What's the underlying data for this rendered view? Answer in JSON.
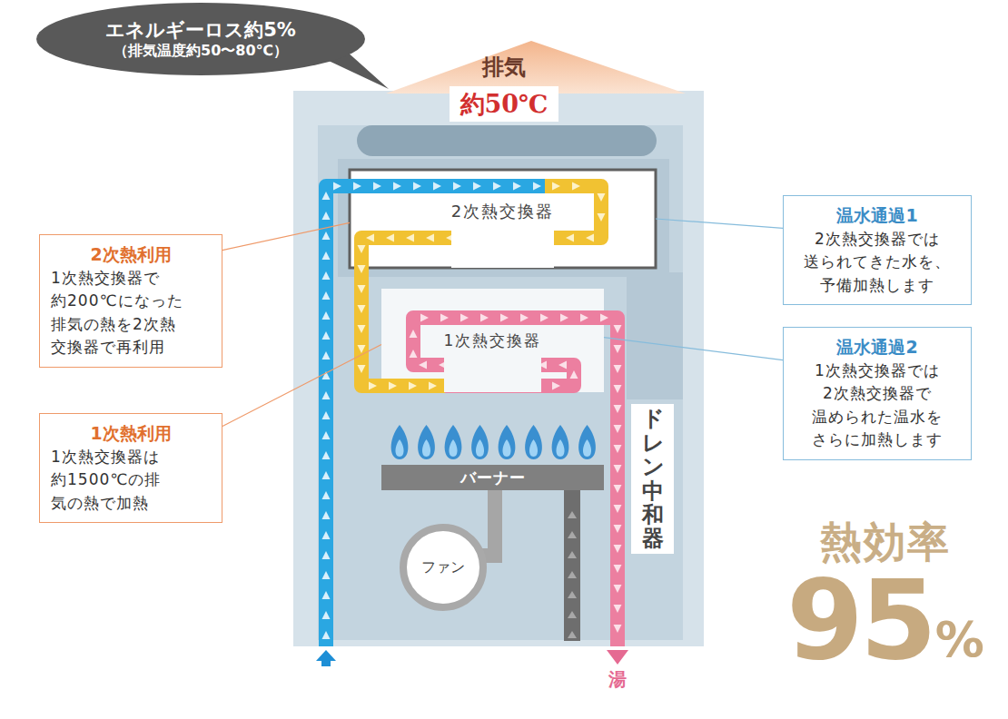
{
  "diagram": {
    "nodes": [
      {
        "text": [
          "エネルギーロス約5%",
          "（排気温度約50〜80℃）"
        ]
      },
      {
        "text": [
          "排気",
          "約50℃"
        ]
      },
      {
        "text": [
          "2次熱利用",
          "1次熱交換器で 約200℃になった 排気の熱を2次熱 交換器で再利用"
        ]
      },
      {
        "text": [
          "2次熱交換器"
        ]
      },
      {
        "text": [
          "温水通過1",
          "2次熱交換器では 送られてきた水を、 予備加熱します"
        ]
      },
      {
        "text": [
          "1次熱交換器"
        ]
      },
      {
        "text": [
          "温水通過2",
          "1次熱交換器では 2次熱交換器で 温められた温水を さらに加熱します"
        ]
      },
      {
        "text": [
          "1次熱利用",
          "1次熱交換器は 約1500℃の排 気の熱で加熱"
        ]
      },
      {
        "text": [
          "バーナー"
        ]
      },
      {
        "text": [
          "ドレン中和器"
        ]
      },
      {
        "text": [
          "ファン"
        ]
      }
    ],
    "edges": [
      {
        "from": 2,
        "to": 3,
        "arrow": "none"
      },
      {
        "from": 4,
        "to": 3,
        "arrow": "none"
      },
      {
        "from": 7,
        "to": 5,
        "arrow": "none"
      },
      {
        "from": 6,
        "to": 5,
        "arrow": "none"
      }
    ],
    "labels": [
      "熱効率",
      "95",
      "%",
      "湯"
    ]
  }
}
